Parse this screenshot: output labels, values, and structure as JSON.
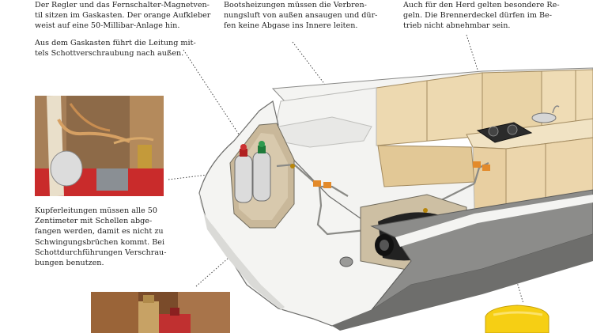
{
  "captions": {
    "regler": "Der Regler und das Fernschalter-Magnetven-\ntil sitzen im Gaskasten. Der orange Aufkleber\nweist auf eine 50-Millibar-Anlage hin.",
    "leitung": "Aus dem Gaskasten führt die Leitung mit-\ntels Schottverschraubung nach außen.",
    "heizung": "Bootsheizungen müssen die Verbren-\nnungsluft von außen ansaugen und dür-\nfen keine Abgase ins Innere leiten.",
    "herd": "Auch für den Herd gelten besondere Re-\ngeln. Die Brennerdeckel dürfen im Be-\ntrieb nicht abnehmbar sein.",
    "kupfer": "Kupferleitungen müssen alle 50\nZentimeter mit Schellen abge-\nfangen werden, damit es nicht zu\nSchwingungsbrüchen kommt. Bei\nSchottdurchführungen Verschrau-\nbungen benutzen."
  },
  "colors": {
    "wood": "#e6cfa3",
    "hull_white": "#f2f2f0",
    "hull_shadow": "#7a7a78",
    "gas_orange": "#e38a2a",
    "yellow_bottle": "#f6cf14",
    "heater_black": "#1f1f1f"
  },
  "icons": [
    "boat-illustration",
    "gas-bottle-icon",
    "stove-icon",
    "heater-icon"
  ]
}
